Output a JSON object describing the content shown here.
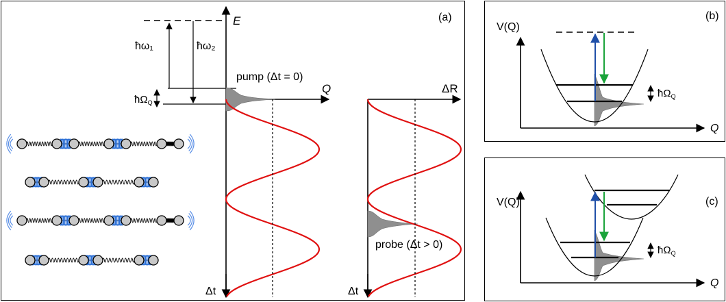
{
  "panel_a": {
    "tag": "(a)",
    "energy_axis": "E",
    "q_axis": "Q",
    "dr_axis": "ΔR",
    "time_axis_left": "Δt",
    "time_axis_right": "Δt",
    "omega1": "ħω₁",
    "omega2": "ħω₂",
    "omegaQ": "ħΩ",
    "omegaQ_sub": "Q",
    "pump_label": "pump (Δt = 0)",
    "probe_label": "probe (Δt > 0)"
  },
  "panel_b": {
    "tag": "(b)",
    "y_axis": "V(Q)",
    "x_axis": "Q",
    "omegaQ": "ħΩ",
    "omegaQ_sub": "Q"
  },
  "panel_c": {
    "tag": "(c)",
    "y_axis": "V(Q)",
    "x_axis": "Q",
    "omegaQ": "ħΩ",
    "omegaQ_sub": "Q"
  },
  "colors": {
    "oscillation": "#e01010",
    "pump_arrow": "#1f4fa8",
    "emission_arrow": "#1aa33a",
    "wavepacket": "#8f8f8f",
    "spring_highlight": "#2a6fd6"
  },
  "icons": {
    "bead_chain": "spring-bead-chain-icon"
  }
}
